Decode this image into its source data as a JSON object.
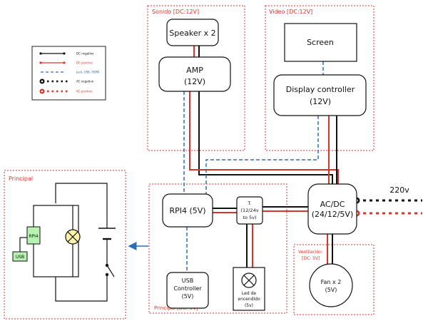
{
  "groups": {
    "sonido": "Sonido [DC:12V]",
    "video": "Video [DC:12V]",
    "principal_left": "Principal",
    "principal_main": "Principal  [DC: 5V]",
    "ventilacion_1": "Ventilación",
    "ventilacion_2": "[DC: 5V]"
  },
  "nodes": {
    "speaker": "Speaker x 2",
    "amp_1": "AMP",
    "amp_2": "(12V)",
    "screen": "Screen",
    "display_1": "Display controller",
    "display_2": "(12V)",
    "rpi4": "RPI4 (5V)",
    "transformer_1": "T.",
    "transformer_2": "(12/24v",
    "transformer_3": "to 5v)",
    "acdc_1": "AC/DC",
    "acdc_2": "(24/12/5V)",
    "usb_ctrl_1": "USB",
    "usb_ctrl_2": "Controller",
    "usb_ctrl_3": "(5V)",
    "led_1": "Led de",
    "led_2": "encendido",
    "led_3": "(5v)",
    "fan_1": "Fan x 2",
    "fan_2": "(5V)",
    "mains": "220v",
    "schem_rpi4": "RPI4",
    "schem_usb": "USB"
  },
  "legend": [
    {
      "label": "DC negative",
      "color": "#111111",
      "style": "dc-neg"
    },
    {
      "label": "DC positive",
      "color": "#d9342b",
      "style": "dc-pos"
    },
    {
      "label": "Jack, USB, HDMI",
      "color": "#2f6db5",
      "style": "data"
    },
    {
      "label": "AC negative",
      "color": "#111111",
      "style": "ac-neg"
    },
    {
      "label": "AC positive",
      "color": "#d9342b",
      "style": "ac-pos"
    }
  ],
  "colors": {
    "dc_negative": "#111111",
    "dc_positive": "#d9342b",
    "data": "#2f6db5",
    "group_border": "#d9342b",
    "schematic_box": "#b6f2b0",
    "arrow": "#2f6db5",
    "lamp": "#fff2a8"
  }
}
